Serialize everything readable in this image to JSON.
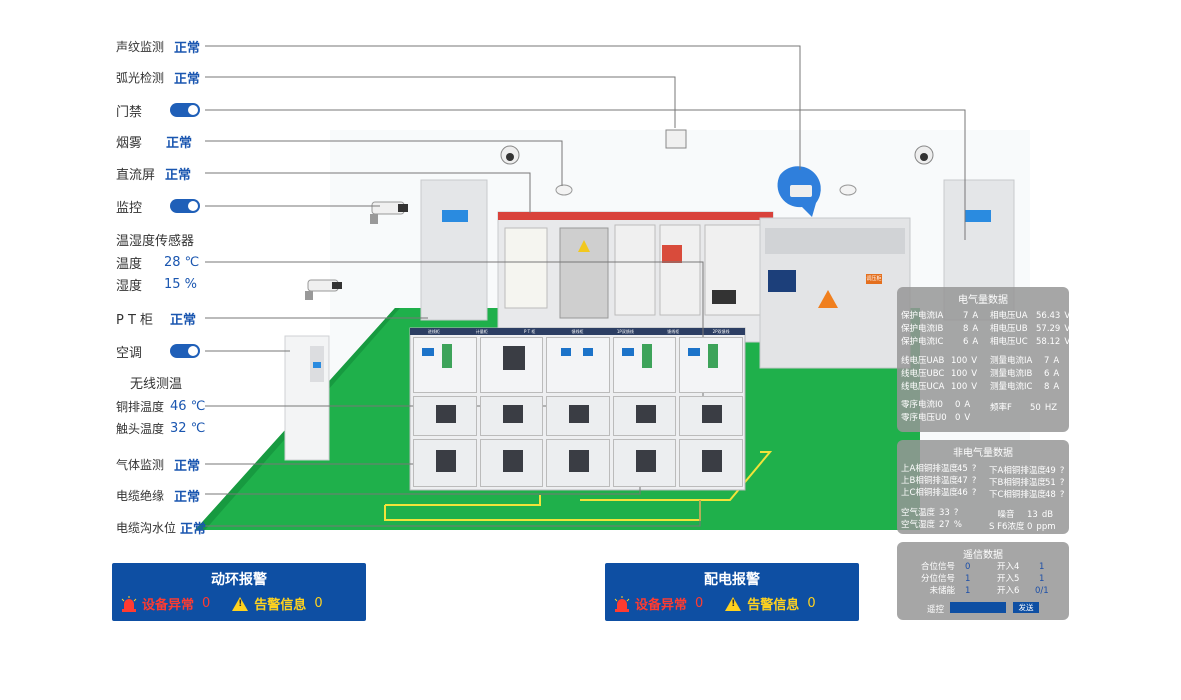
{
  "left": {
    "acoustic": {
      "label": "声纹监测",
      "value": "正常"
    },
    "arc": {
      "label": "弧光检测",
      "value": "正常"
    },
    "door": {
      "label": "门禁"
    },
    "smoke": {
      "label": "烟雾",
      "value": "正常"
    },
    "dc": {
      "label": "直流屏",
      "value": "正常"
    },
    "monitor": {
      "label": "监控"
    },
    "th_sensor": {
      "label": "温湿度传感器"
    },
    "temp": {
      "label": "温度",
      "value": "28 ℃"
    },
    "humid": {
      "label": "湿度",
      "value": "15 %"
    },
    "pt": {
      "label": "P T 柜",
      "value": "正常"
    },
    "ac": {
      "label": "空调"
    },
    "wireless": {
      "label": "无线测温"
    },
    "busbar": {
      "label": "铜排温度",
      "value": "46 ℃"
    },
    "contact": {
      "label": "触头温度",
      "value": "32 ℃"
    },
    "gas": {
      "label": "气体监测",
      "value": "正常"
    },
    "cable": {
      "label": "电缆绝缘",
      "value": "正常"
    },
    "trench": {
      "label": "电缆沟水位",
      "value": "正常"
    }
  },
  "alarm_env": {
    "title": "动环报警",
    "abnormal_label": "设备异常",
    "abnormal_count": "0",
    "warn_label": "告警信息",
    "warn_count": "0"
  },
  "alarm_power": {
    "title": "配电报警",
    "abnormal_label": "设备异常",
    "abnormal_count": "0",
    "warn_label": "告警信息",
    "warn_count": "0"
  },
  "electrical": {
    "title": "电气量数据",
    "items": [
      {
        "name": "保护电流IA",
        "value": "7",
        "unit": "A"
      },
      {
        "name": "保护电流IB",
        "value": "8",
        "unit": "A"
      },
      {
        "name": "保护电流IC",
        "value": "6",
        "unit": "A"
      },
      {
        "name": "相电压UA",
        "value": "56.43",
        "unit": "V"
      },
      {
        "name": "相电压UB",
        "value": "57.29",
        "unit": "V"
      },
      {
        "name": "相电压UC",
        "value": "58.12",
        "unit": "V"
      },
      {
        "name": "线电压UAB",
        "value": "100",
        "unit": "V"
      },
      {
        "name": "线电压UBC",
        "value": "100",
        "unit": "V"
      },
      {
        "name": "线电压UCA",
        "value": "100",
        "unit": "V"
      },
      {
        "name": "测量电流IA",
        "value": "7",
        "unit": "A"
      },
      {
        "name": "测量电流IB",
        "value": "6",
        "unit": "A"
      },
      {
        "name": "测量电流IC",
        "value": "8",
        "unit": "A"
      },
      {
        "name": "零序电流I0",
        "value": "0",
        "unit": "A"
      },
      {
        "name": "零序电压U0",
        "value": "0",
        "unit": "V"
      },
      {
        "name": "频率F",
        "value": "50",
        "unit": "HZ"
      }
    ]
  },
  "non_electrical": {
    "title": "非电气量数据",
    "items": [
      {
        "name": "上A相铜排温度",
        "value": "45",
        "unit": "?"
      },
      {
        "name": "上B相铜排温度",
        "value": "47",
        "unit": "?"
      },
      {
        "name": "上C相铜排温度",
        "value": "46",
        "unit": "?"
      },
      {
        "name": "下A相铜排温度",
        "value": "49",
        "unit": "?"
      },
      {
        "name": "下B相铜排温度",
        "value": "51",
        "unit": "?"
      },
      {
        "name": "下C相铜排温度",
        "value": "48",
        "unit": "?"
      },
      {
        "name": "空气温度",
        "value": "33",
        "unit": "?"
      },
      {
        "name": "空气湿度",
        "value": "27",
        "unit": "%"
      },
      {
        "name": "噪音",
        "value": "13",
        "unit": "dB"
      },
      {
        "name": "S F6浓度",
        "value": "0",
        "unit": "ppm"
      }
    ]
  },
  "remote": {
    "title": "遥信数据",
    "items": [
      {
        "name": "合位信号",
        "value": "0"
      },
      {
        "name": "分位信号",
        "value": "1"
      },
      {
        "name": "未储能",
        "value": "1"
      },
      {
        "name": "开入4",
        "value": "1"
      },
      {
        "name": "开入5",
        "value": "1"
      },
      {
        "name": "开入6",
        "value": "0/1"
      }
    ],
    "control_label": "遥控",
    "send_label": "发送"
  },
  "scene": {
    "cabinet_labels": [
      "进线柜",
      "计量柜",
      "P T 柜",
      "馈线柜",
      "1P双馈线",
      "馈线柜",
      "2P双馈线"
    ],
    "device_label": "调压柜"
  },
  "colors": {
    "accent": "#1a56b0",
    "panel_blue": "#0e4fa3",
    "floor": "#1fb04b"
  }
}
